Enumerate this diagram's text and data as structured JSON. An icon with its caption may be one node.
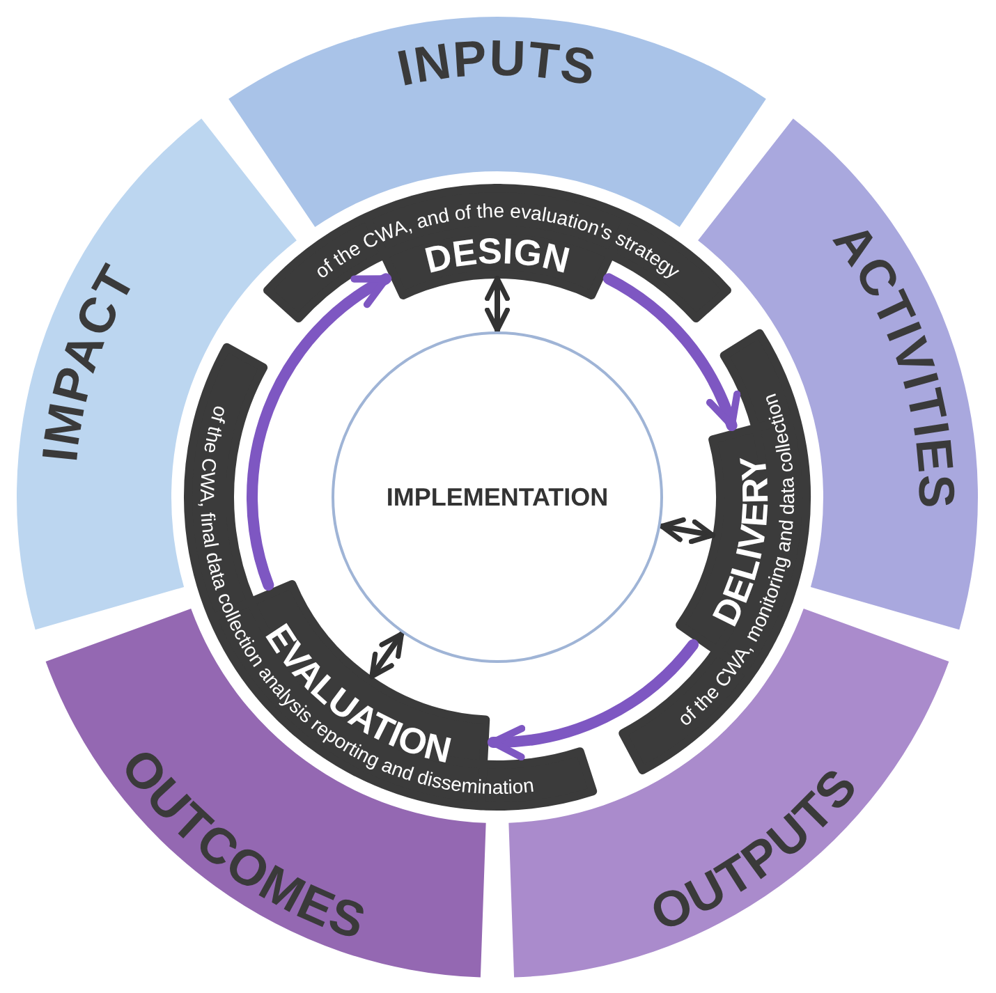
{
  "diagram": {
    "nodes": [
      {
        "text": [
          "IMPLEMENTATION"
        ]
      },
      {
        "text": [
          "INPUTS"
        ]
      },
      {
        "text": [
          "ACTIVITIES"
        ]
      },
      {
        "text": [
          "OUTPUTS"
        ]
      },
      {
        "text": [
          "OUTCOMES"
        ]
      },
      {
        "text": [
          "IMPACT"
        ]
      },
      {
        "text": [
          "DESIGN",
          "of the CWA, and of the evaluation's strategy"
        ]
      },
      {
        "text": [
          "DELIVERY",
          "of the CWA, monitoring and data collection"
        ]
      },
      {
        "text": [
          "EVALUATION",
          "of the CWA, final data collection analysis reporting and dissemination"
        ]
      }
    ],
    "edges": [
      {
        "from": 0,
        "to": 6,
        "arrow": "both",
        "color": "#333333"
      },
      {
        "from": 0,
        "to": 7,
        "arrow": "both",
        "color": "#333333"
      },
      {
        "from": 0,
        "to": 8,
        "arrow": "both",
        "color": "#333333"
      },
      {
        "from": 6,
        "to": 7,
        "arrow": "to",
        "style": "thick",
        "color": "#7e57c2"
      },
      {
        "from": 7,
        "to": 8,
        "arrow": "to",
        "style": "thick",
        "color": "#7e57c2"
      },
      {
        "from": 8,
        "to": 6,
        "arrow": "to",
        "style": "thick",
        "color": "#7e57c2"
      }
    ]
  }
}
